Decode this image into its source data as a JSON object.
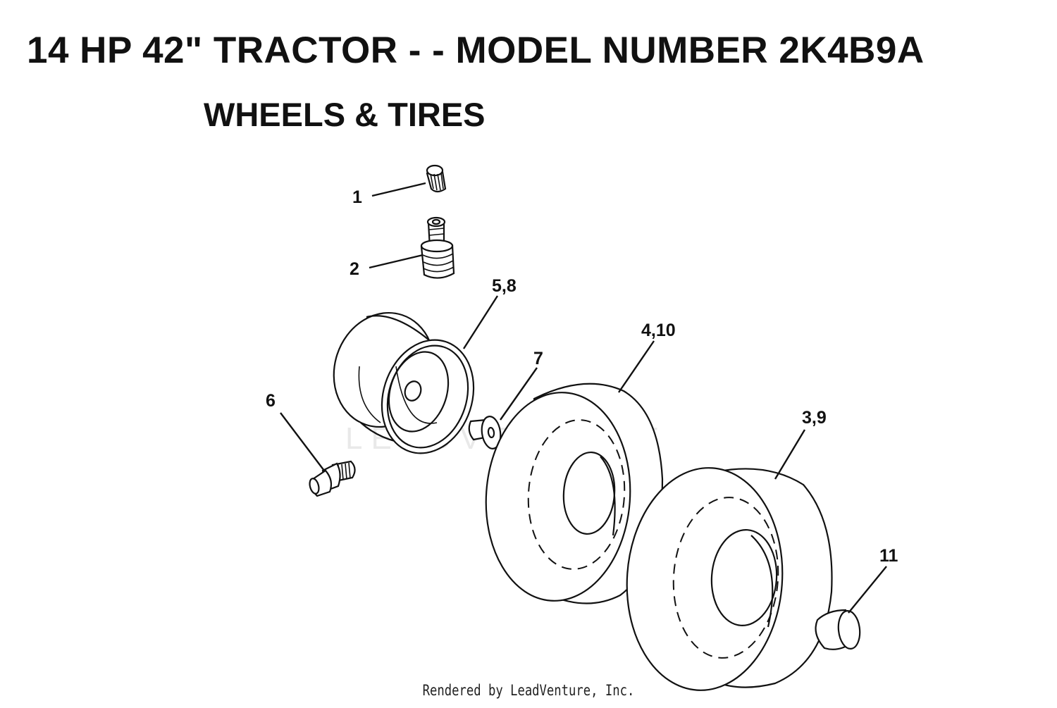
{
  "header": {
    "title": "14 HP 42\" TRACTOR - - MODEL NUMBER 2K4B9A",
    "section": "WHEELS & TIRES"
  },
  "callouts": [
    {
      "id": "valve-cap",
      "label": "1"
    },
    {
      "id": "valve-stem",
      "label": "2"
    },
    {
      "id": "rim-assembly",
      "label": "5,8"
    },
    {
      "id": "bolt",
      "label": "6"
    },
    {
      "id": "washer",
      "label": "7"
    },
    {
      "id": "front-tire",
      "label": "4,10"
    },
    {
      "id": "rear-tire",
      "label": "3,9"
    },
    {
      "id": "hub-cap",
      "label": "11"
    }
  ],
  "watermark": {
    "text": "LEADVENTURE"
  },
  "footer": {
    "credit": "Rendered by LeadVenture, Inc."
  }
}
